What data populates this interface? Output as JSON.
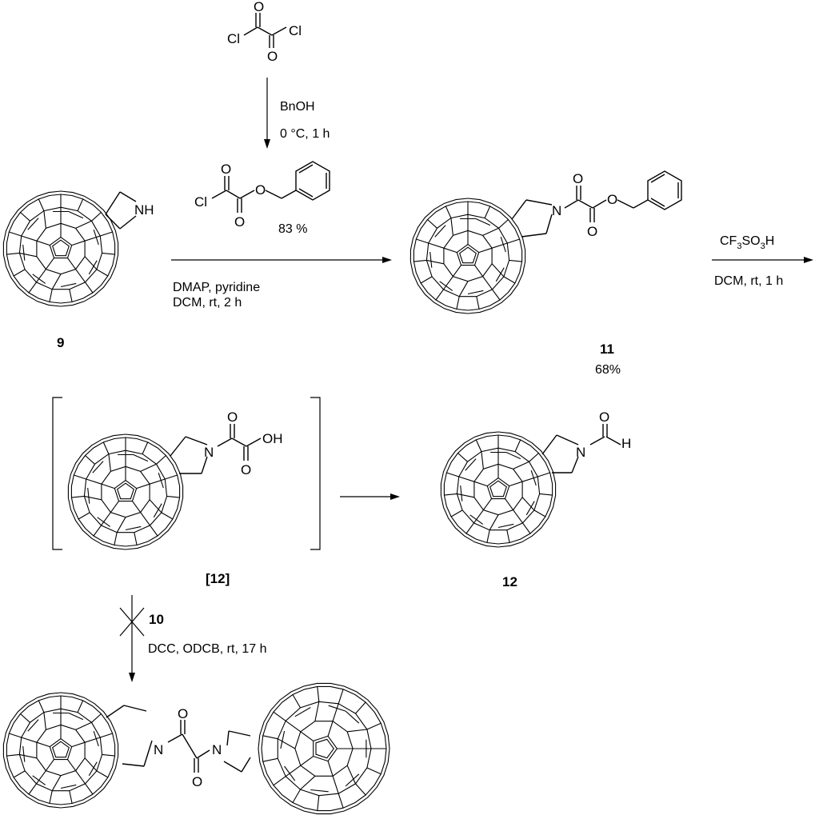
{
  "reagents": {
    "oxalyl_cl_left": "Cl",
    "oxalyl_cl_right": "Cl",
    "oxalyl_o_top": "O",
    "oxalyl_o_bottom": "O",
    "step1_reagent": "BnOH",
    "step1_conditions": "0 °C, 1 h",
    "ester_cl": "Cl",
    "ester_o_carbonyl": "O",
    "ester_o_link": "O",
    "ester_o_bottom": "O",
    "step1_yield": "83 %"
  },
  "compound_9": {
    "label": "9",
    "nh": "NH"
  },
  "step2": {
    "line1": "DMAP, pyridine",
    "line2": "DCM, rt, 2 h"
  },
  "compound_11": {
    "label": "11",
    "yield": "68%",
    "n": "N",
    "o_top": "O",
    "o_link": "O",
    "o_bottom": "O"
  },
  "step3": {
    "reagent_main": "CF",
    "sub1": "3",
    "reagent_mid": "SO",
    "sub2": "3",
    "reagent_end": "H",
    "conditions": "DCM, rt, 1 h"
  },
  "intermediate": {
    "label": "[12]",
    "n": "N",
    "o_top": "O",
    "oh": "OH",
    "o_bottom": "O"
  },
  "compound_12": {
    "label": "12",
    "n": "N",
    "o": "O",
    "h": "H"
  },
  "step4": {
    "reagent": "10",
    "conditions": "DCC, ODCB, rt, 17 h"
  },
  "dimer": {
    "n_left": "N",
    "n_right": "N",
    "o_top": "O",
    "o_bottom": "O"
  }
}
